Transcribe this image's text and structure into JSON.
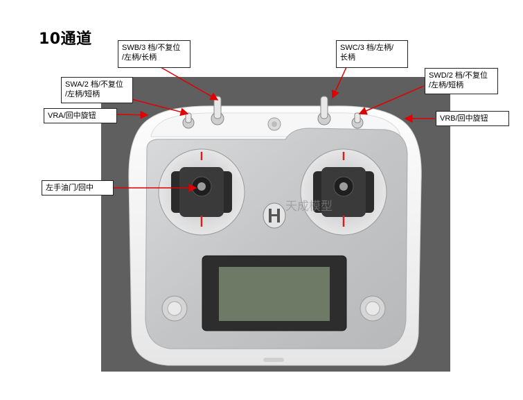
{
  "title": "10通道",
  "labels": {
    "swb": "SWB/3 档/不复位\n/左柄/长柄",
    "swc": "SWC/3 档/左柄/\n长柄",
    "swa": "SWA/2 档/不复位\n/左柄/短柄",
    "swd": "SWD/2 档/不复位\n/左柄/短柄",
    "vra": "VRA/回中旋钮",
    "vrb": "VRB/回中旋钮",
    "throttle": "左手油门/回中"
  },
  "watermark": "天成模型",
  "colors": {
    "arrow": "#e00000",
    "background_photo": "#5f5f5f",
    "body": "#f4f4f4",
    "faceplate": "#c8c9cb",
    "screen": "#6f7a66"
  }
}
